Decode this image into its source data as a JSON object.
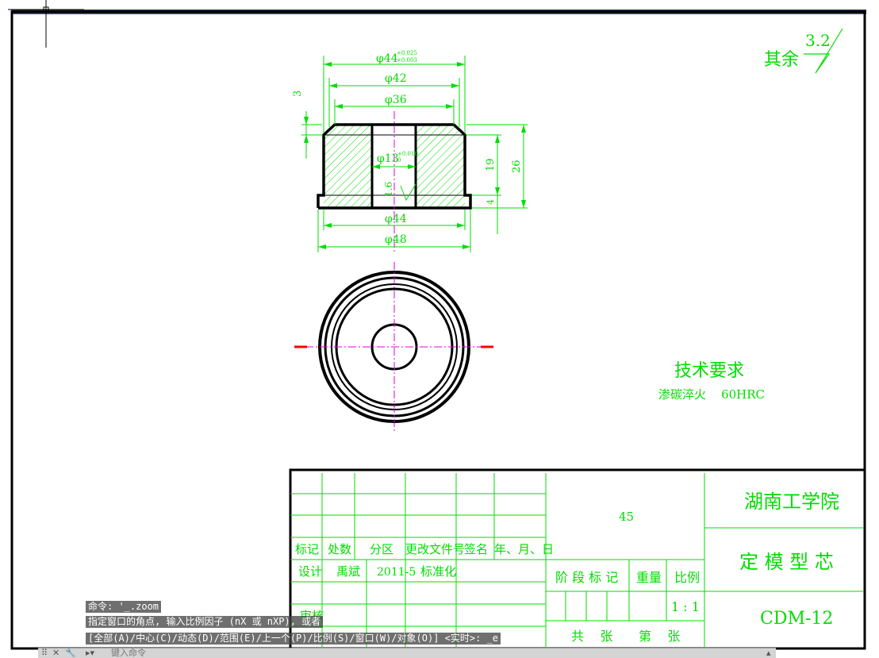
{
  "drawing": {
    "roughness_note": "其余",
    "roughness_value": "3.2",
    "dim_outer_fit": "φ44",
    "dim_outer_fit_tol_upper": "+0.025",
    "dim_outer_fit_tol_lower": "+0.003",
    "dim_42": "φ42",
    "dim_36": "φ36",
    "dim_3": "3",
    "dim_bore": "φ13",
    "dim_bore_tol_upper": "+0.018",
    "dim_bore_tol_lower": "0",
    "dim_roughness_bore": "1.6",
    "dim_19": "19",
    "dim_26": "26",
    "dim_4": "4",
    "dim_44": "φ44",
    "dim_48": "φ48",
    "tech_title": "技术要求",
    "tech_text": "渗碳淬火    60HRC"
  },
  "title_block": {
    "material": "45",
    "school": "湖南工学院",
    "part_name": "定 模 型 芯",
    "drawing_no": "CDM-12",
    "h_mark": "标记",
    "h_count": "处数",
    "h_zone": "分区",
    "h_doc": "更改文件号",
    "h_sign": "签名",
    "h_date": "年、月、日",
    "design_label": "设计",
    "designer": "禹斌",
    "design_date": "2011-5",
    "standard_label": "标准化",
    "review_label": "审核",
    "stage_label": "阶 段 标 记",
    "weight_label": "重量",
    "scale_label": "比例",
    "scale_value": "1 : 1",
    "sheet_total": "共    张",
    "sheet_no": "第    张"
  },
  "command": {
    "history": [
      "命令: '_.zoom",
      "指定窗口的角点, 输入比例因子 (nX 或 nXP), 或者",
      "[全部(A)/中心(C)/动态(D)/范围(E)/上一个(P)/比例(S)/窗口(W)/对象(O)] <实时>: _e"
    ],
    "placeholder": "键入命令"
  },
  "colors": {
    "line": "#000000",
    "dimension": "#00dd00",
    "center": "#dd00dd",
    "marker": "#ff0000"
  }
}
